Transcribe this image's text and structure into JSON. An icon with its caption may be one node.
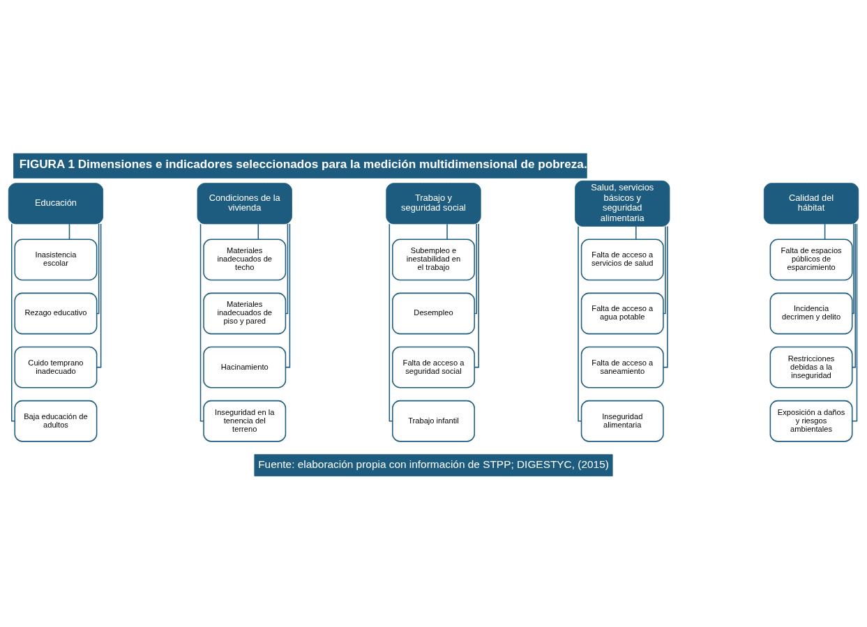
{
  "diagram": {
    "title": "FIGURA 1 Dimensiones e indicadores seleccionados para la medición multidimensional de pobreza.",
    "caption": "Fuente: elaboración propia con información de STPP; DIGESTYC, (2015)",
    "nodes": [
      {
        "text": [
          "Educación"
        ]
      },
      {
        "text": [
          "Inasistencia escolar"
        ]
      },
      {
        "text": [
          "Rezago educativo"
        ]
      },
      {
        "text": [
          "Cuido temprano inadecuado"
        ]
      },
      {
        "text": [
          "Baja educación de adultos"
        ]
      },
      {
        "text": [
          "Condiciones de la vivienda"
        ]
      },
      {
        "text": [
          "Materiales inadecuados de techo"
        ]
      },
      {
        "text": [
          "Materiales inadecuados de piso y pared"
        ]
      },
      {
        "text": [
          "Hacinamiento"
        ]
      },
      {
        "text": [
          "Inseguridad en la tenencia del terreno"
        ]
      },
      {
        "text": [
          "Trabajo y seguridad social"
        ]
      },
      {
        "text": [
          "Subempleo e inestabilidad en el trabajo"
        ]
      },
      {
        "text": [
          "Desempleo"
        ]
      },
      {
        "text": [
          "Falta de acceso a seguridad social"
        ]
      },
      {
        "text": [
          "Trabajo infantil"
        ]
      },
      {
        "text": [
          "Salud, servicios básicos y seguridad alimentaria"
        ]
      },
      {
        "text": [
          "Falta de acceso a servicios de salud"
        ]
      },
      {
        "text": [
          "Falta de acceso a agua potable"
        ]
      },
      {
        "text": [
          "Falta de acceso a saneamiento"
        ]
      },
      {
        "text": [
          "Inseguridad alimentaria"
        ]
      },
      {
        "text": [
          "Calidad del hábitat"
        ]
      },
      {
        "text": [
          "Falta de espacios públicos de esparcimiento"
        ]
      },
      {
        "text": [
          "Incidencia decrimen y delito"
        ]
      },
      {
        "text": [
          "Restricciones debidas a la inseguridad"
        ]
      },
      {
        "text": [
          "Exposición a daños y riesgos ambientales"
        ]
      }
    ],
    "edges": [
      {
        "from": 0,
        "to": 1,
        "arrow": "none"
      },
      {
        "from": 0,
        "to": 2,
        "arrow": "none"
      },
      {
        "from": 0,
        "to": 3,
        "arrow": "none"
      },
      {
        "from": 0,
        "to": 4,
        "arrow": "none"
      },
      {
        "from": 5,
        "to": 6,
        "arrow": "none"
      },
      {
        "from": 5,
        "to": 7,
        "arrow": "none"
      },
      {
        "from": 5,
        "to": 8,
        "arrow": "none"
      },
      {
        "from": 5,
        "to": 9,
        "arrow": "none"
      },
      {
        "from": 10,
        "to": 11,
        "arrow": "none"
      },
      {
        "from": 10,
        "to": 12,
        "arrow": "none"
      },
      {
        "from": 10,
        "to": 13,
        "arrow": "none"
      },
      {
        "from": 10,
        "to": 14,
        "arrow": "none"
      },
      {
        "from": 15,
        "to": 16,
        "arrow": "none"
      },
      {
        "from": 15,
        "to": 17,
        "arrow": "none"
      },
      {
        "from": 15,
        "to": 18,
        "arrow": "none"
      },
      {
        "from": 15,
        "to": 19,
        "arrow": "none"
      },
      {
        "from": 20,
        "to": 21,
        "arrow": "none"
      },
      {
        "from": 20,
        "to": 22,
        "arrow": "none"
      },
      {
        "from": 20,
        "to": 23,
        "arrow": "none"
      },
      {
        "from": 20,
        "to": 24,
        "arrow": "none"
      }
    ]
  }
}
